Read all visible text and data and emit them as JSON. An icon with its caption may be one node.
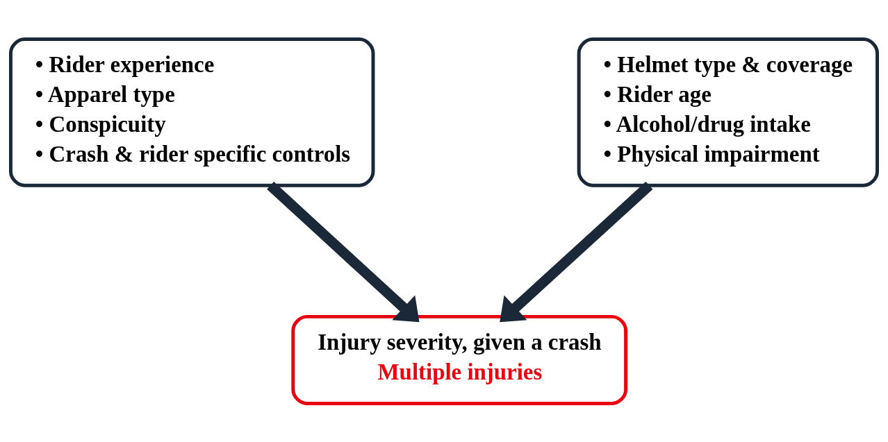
{
  "diagram": {
    "nodes": [
      {
        "text": [
          "• Rider experience",
          "• Apparel type",
          "• Conspicuity",
          "• Crash & rider specific controls"
        ]
      },
      {
        "text": [
          "• Helmet type & coverage",
          "• Rider age",
          "• Alcohol/drug intake",
          "• Physical impairment"
        ]
      },
      {
        "text": [
          "Injury severity, given a crash",
          "Multiple injuries"
        ]
      }
    ],
    "edges": [
      {
        "from": 0,
        "to": 2,
        "arrow": "to"
      },
      {
        "from": 1,
        "to": 2,
        "arrow": "to"
      }
    ]
  }
}
